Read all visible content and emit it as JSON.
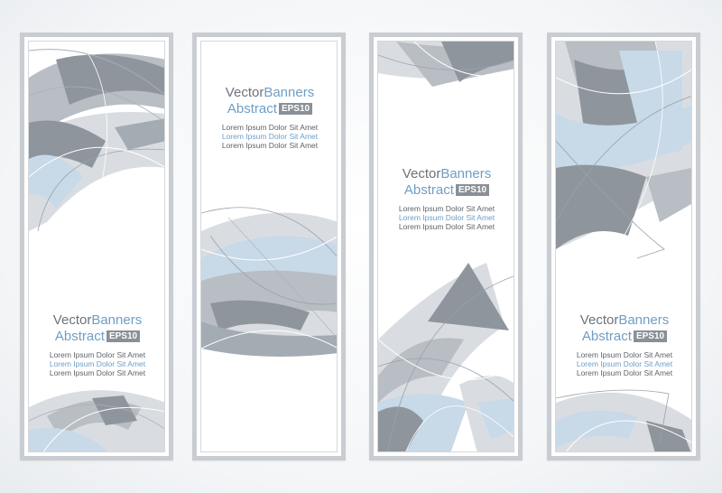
{
  "banners": [
    {
      "title_word1": "Vector",
      "title_word2": "Banners",
      "title_word3": "Abstract",
      "badge": "EPS10",
      "lines": [
        "Lorem Ipsum Dolor Sit Amet",
        "Lorem Ipsum Dolor Sit Amet",
        "Lorem Ipsum Dolor Sit Amet"
      ]
    },
    {
      "title_word1": "Vector",
      "title_word2": "Banners",
      "title_word3": "Abstract",
      "badge": "EPS10",
      "lines": [
        "Lorem Ipsum Dolor Sit Amet",
        "Lorem Ipsum Dolor Sit Amet",
        "Lorem Ipsum Dolor Sit Amet"
      ]
    },
    {
      "title_word1": "Vector",
      "title_word2": "Banners",
      "title_word3": "Abstract",
      "badge": "EPS10",
      "lines": [
        "Lorem Ipsum Dolor Sit Amet",
        "Lorem Ipsum Dolor Sit Amet",
        "Lorem Ipsum Dolor Sit Amet"
      ]
    },
    {
      "title_word1": "Vector",
      "title_word2": "Banners",
      "title_word3": "Abstract",
      "badge": "EPS10",
      "lines": [
        "Lorem Ipsum Dolor Sit Amet",
        "Lorem Ipsum Dolor Sit Amet",
        "Lorem Ipsum Dolor Sit Amet"
      ]
    }
  ],
  "colors": {
    "gray_dark": "#8e959c",
    "gray_mid": "#b8bec4",
    "gray_light": "#d9dde1",
    "blue_light": "#c8d9e8",
    "blue_text": "#6e9ec6",
    "frame": "#c9cdd2"
  }
}
